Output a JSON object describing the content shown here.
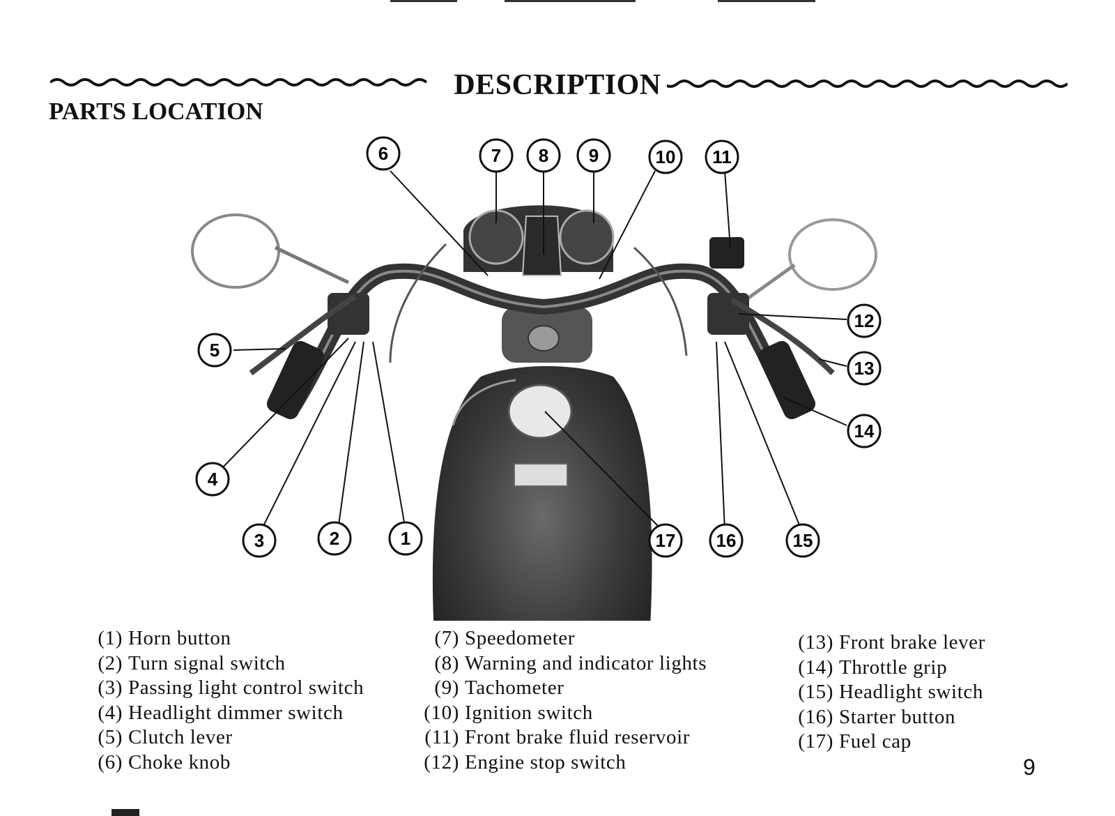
{
  "header": {
    "section_title": "DESCRIPTION",
    "subsection_title": "PARTS LOCATION"
  },
  "figure": {
    "callouts": [
      "1",
      "2",
      "3",
      "4",
      "5",
      "6",
      "7",
      "8",
      "9",
      "10",
      "11",
      "12",
      "13",
      "14",
      "15",
      "16",
      "17"
    ]
  },
  "legend": {
    "column1": [
      {
        "num": "(1)",
        "label": "Horn button"
      },
      {
        "num": "(2)",
        "label": "Turn signal switch"
      },
      {
        "num": "(3)",
        "label": "Passing light control switch"
      },
      {
        "num": "(4)",
        "label": "Headlight dimmer switch"
      },
      {
        "num": "(5)",
        "label": "Clutch lever"
      },
      {
        "num": "(6)",
        "label": "Choke knob"
      }
    ],
    "column2": [
      {
        "num": "(7)",
        "label": "Speedometer"
      },
      {
        "num": "(8)",
        "label": "Warning and indicator lights"
      },
      {
        "num": "(9)",
        "label": "Tachometer"
      },
      {
        "num": "(10)",
        "label": "Ignition switch"
      },
      {
        "num": "(11)",
        "label": "Front brake fluid reservoir"
      },
      {
        "num": "(12)",
        "label": "Engine stop switch"
      }
    ],
    "column3": [
      {
        "num": "(13)",
        "label": "Front brake lever"
      },
      {
        "num": "(14)",
        "label": "Throttle grip"
      },
      {
        "num": "(15)",
        "label": "Headlight switch"
      },
      {
        "num": "(16)",
        "label": "Starter button"
      },
      {
        "num": "(17)",
        "label": "Fuel cap"
      }
    ]
  },
  "footer": {
    "page_number": "9"
  }
}
